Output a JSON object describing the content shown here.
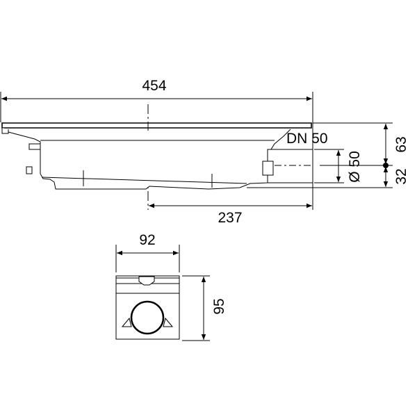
{
  "drawing": {
    "side_view": {
      "overall_length": "454",
      "outlet_offset": "237",
      "outlet_nominal": "DN 50",
      "outlet_diameter": "Ø 50",
      "height_above_axis": "63",
      "height_below_axis": "32"
    },
    "end_view": {
      "width": "92",
      "height": "95"
    }
  }
}
